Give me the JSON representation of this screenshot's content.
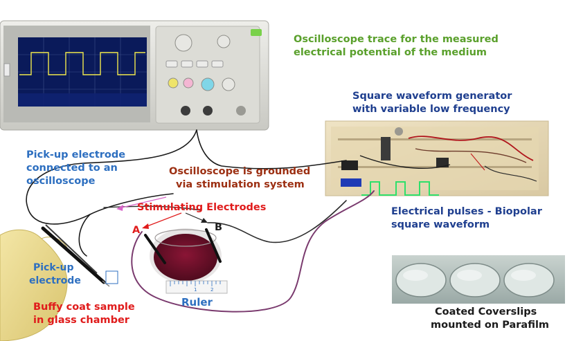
{
  "labels": {
    "oscilloscope_trace": [
      "Oscilloscope trace for the measured",
      "electrical potential of the medium"
    ],
    "square_wave_generator": [
      "Square waveform generator",
      "with variable low frequency"
    ],
    "pickup_connected": [
      "Pick-up electrode",
      "connected to an",
      "oscilloscope"
    ],
    "scope_grounded": [
      "Oscilloscope is grounded",
      "via stimulation system"
    ],
    "stimulating": "Stimulating Electrodes",
    "electrode_a": "A",
    "electrode_b": "B",
    "electrical_pulses": [
      "Electrical pulses - Biopolar",
      "square waveform"
    ],
    "pickup_electrode": [
      "Pick-up",
      "electrode"
    ],
    "buffy_coat": [
      "Buffy coat sample",
      "in glass chamber"
    ],
    "ruler": "Ruler",
    "ruler_ticks": [
      "1",
      "2"
    ],
    "coverslips": [
      "Coated Coverslips",
      "mounted on Parafilm"
    ]
  },
  "colors": {
    "green": "#5aa02c",
    "navy": "#1f3f8f",
    "blue": "#2d6fc0",
    "red": "#e01b1b",
    "brown": "#9c2f12",
    "scope_screen": "#0a1a5a",
    "waveform": "#f2e94c",
    "pulse_wave": "#2ee06a"
  }
}
